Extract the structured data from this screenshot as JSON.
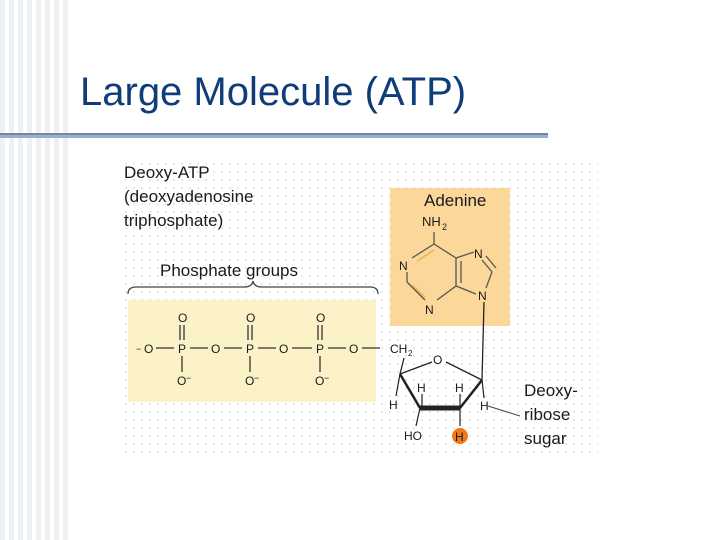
{
  "slide": {
    "title": "Large Molecule (ATP)"
  },
  "figure": {
    "heading_line1": "Deoxy-ATP",
    "heading_line2": "(deoxyadenosine",
    "heading_line3": "triphosphate)",
    "phosphate_groups_label": "Phosphate groups",
    "adenine_label": "Adenine",
    "sugar_label_line1": "Deoxy-",
    "sugar_label_line2": "ribose",
    "sugar_label_line3": "sugar",
    "atoms": {
      "O": "O",
      "P": "P",
      "N": "N",
      "H": "H",
      "HO": "HO",
      "CH": "CH",
      "NH": "NH",
      "sub2": "2",
      "neg": "−"
    },
    "colors": {
      "phosphate_highlight": "#fbf2c8",
      "adenine_highlight": "#fbd79a",
      "h_marker": "#f07a1a",
      "title": "#0f3d7a"
    }
  }
}
